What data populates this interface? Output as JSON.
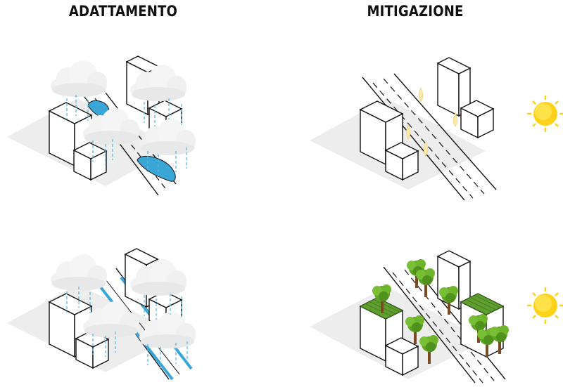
{
  "headings": {
    "left": "ADATTAMENTO",
    "right": "MITIGAZIONE"
  },
  "panels": [
    {
      "id": "adattamento-flooding",
      "icons": [
        "building",
        "cloud",
        "rain",
        "water-puddle",
        "road"
      ]
    },
    {
      "id": "mitigazione-heat",
      "icons": [
        "building",
        "road",
        "heat-flame",
        "sun"
      ]
    },
    {
      "id": "adattamento-drainage",
      "icons": [
        "building",
        "cloud",
        "rain",
        "drainage-channel",
        "road"
      ]
    },
    {
      "id": "mitigazione-green",
      "icons": [
        "building",
        "green-roof",
        "tree",
        "road",
        "sun"
      ]
    }
  ],
  "colors": {
    "water": "#3aa6d8",
    "rain": "#5bb8e4",
    "cloud": "#f1f1f1",
    "shadow": "#ececec",
    "sun": "#ffd21a",
    "tree": "#6fb52c",
    "trunk": "#7a4a22",
    "roof": "#5f9e2f"
  }
}
